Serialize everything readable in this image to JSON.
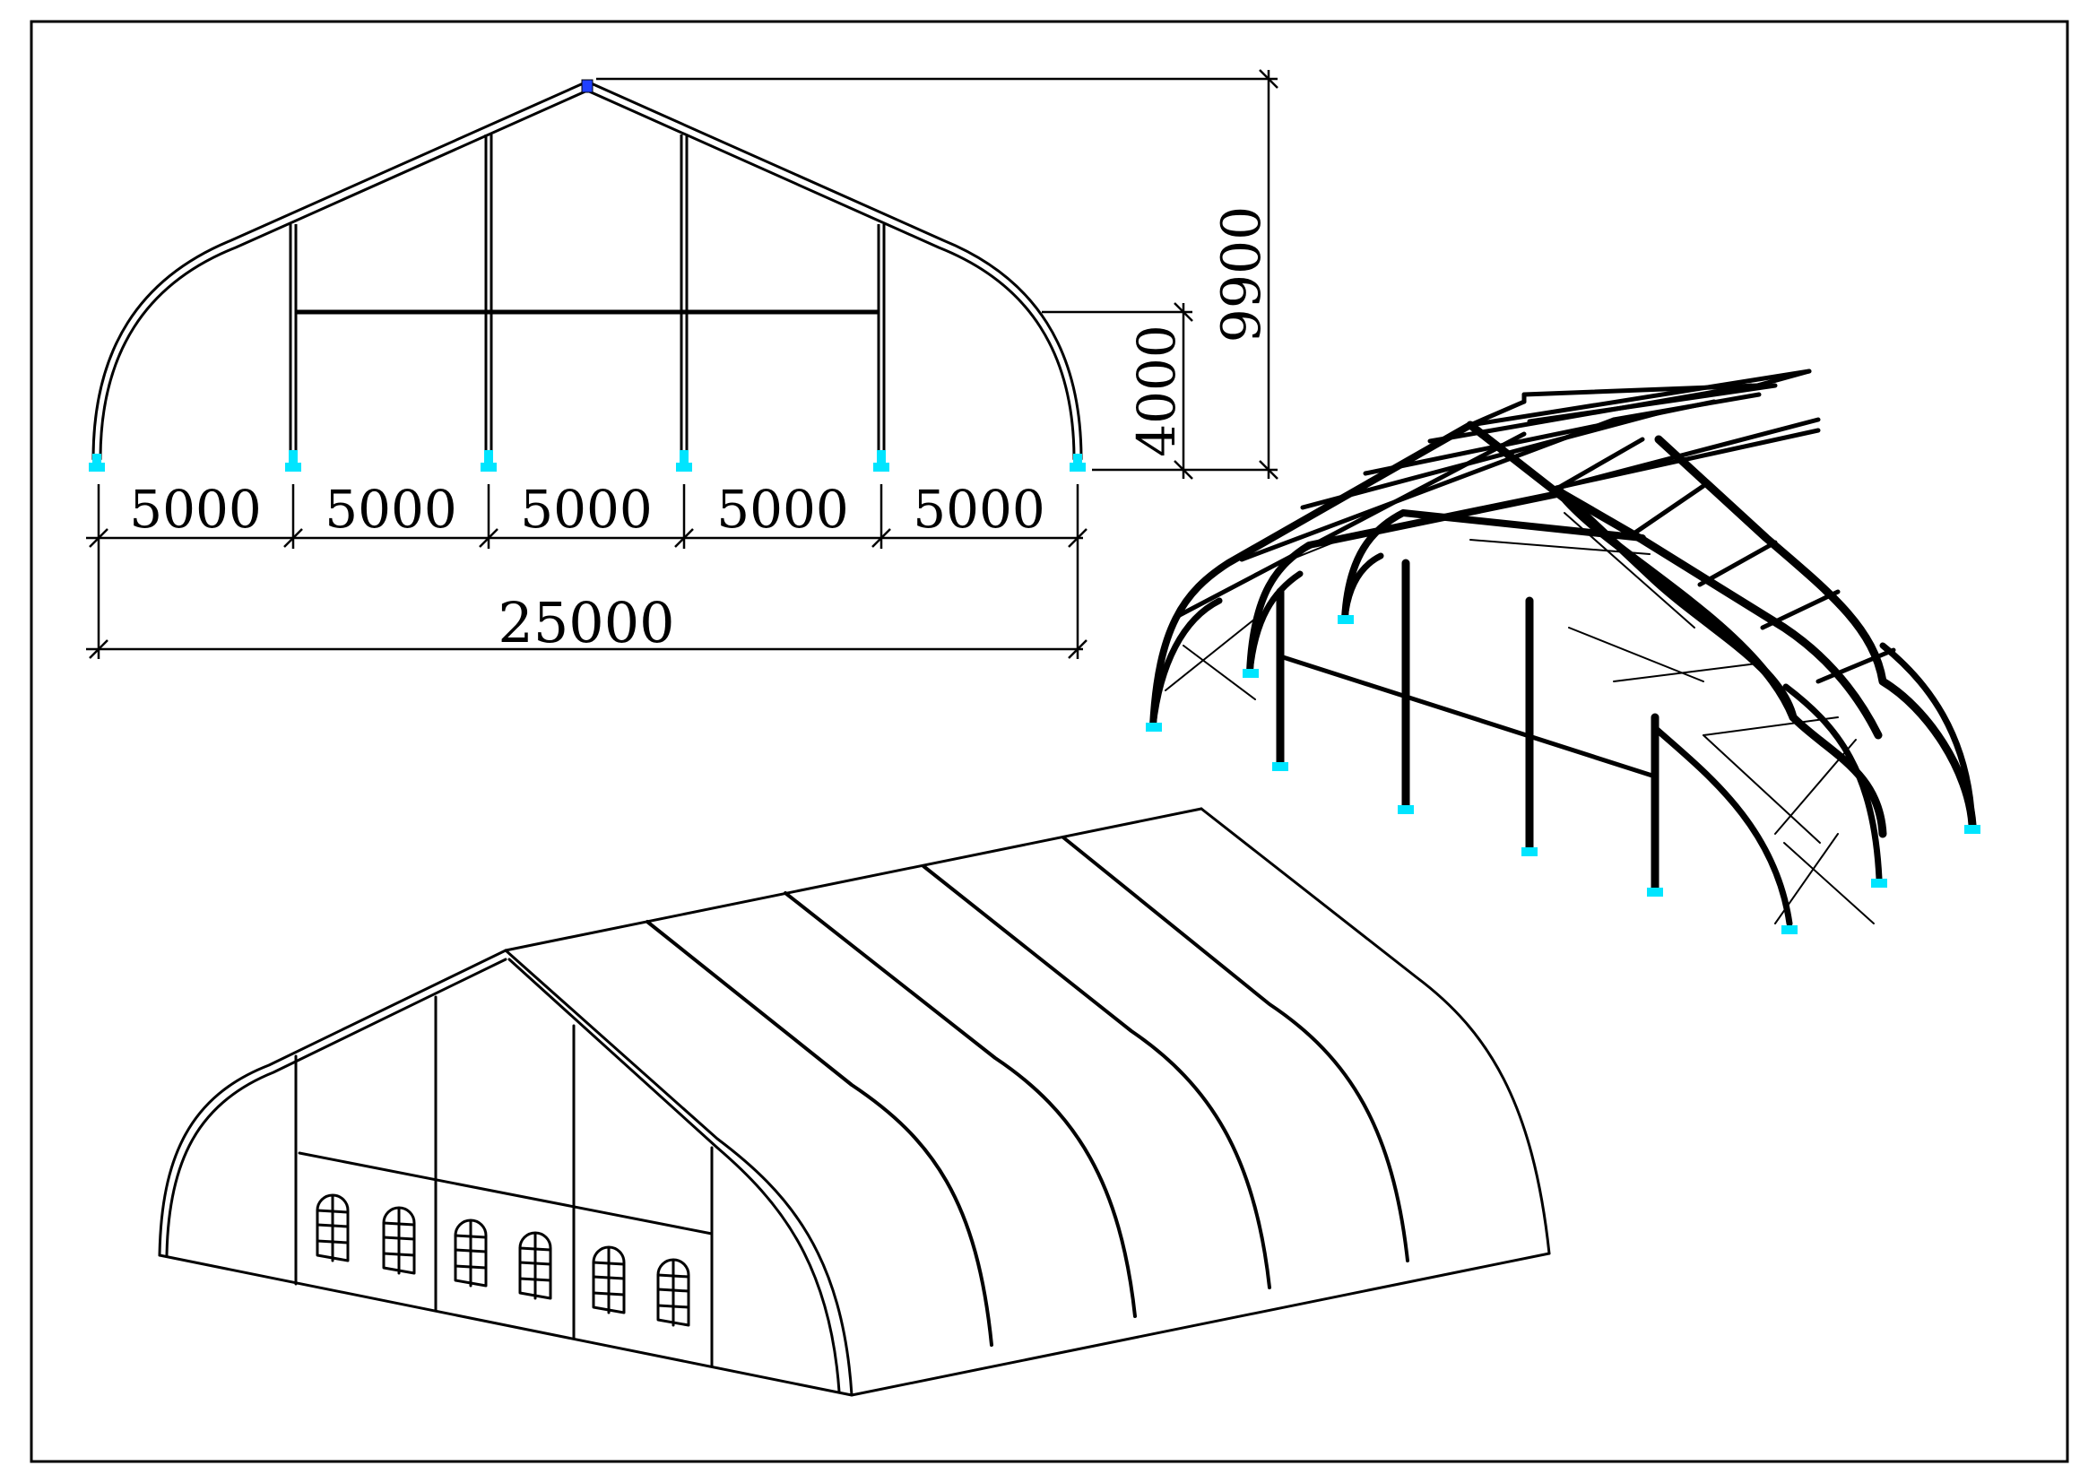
{
  "drawing": {
    "type": "tent-structure-drawing",
    "front_elevation": {
      "bay_dimensions": [
        "5000",
        "5000",
        "5000",
        "5000",
        "5000"
      ],
      "total_width": "25000",
      "eave_height": "4000",
      "ridge_height": "9900"
    },
    "colors": {
      "line": "#000000",
      "base_plate": "#00e5ff",
      "apex_fitting": "#2040ff",
      "background": "#ffffff"
    }
  }
}
